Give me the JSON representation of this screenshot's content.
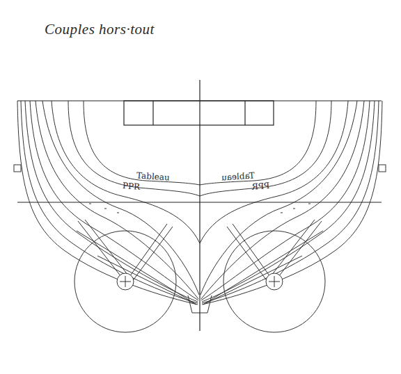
{
  "diagram": {
    "title": "Couples hors·tout",
    "labels": [
      "Tableau",
      "PPR",
      "Tableau",
      "PPR"
    ]
  }
}
